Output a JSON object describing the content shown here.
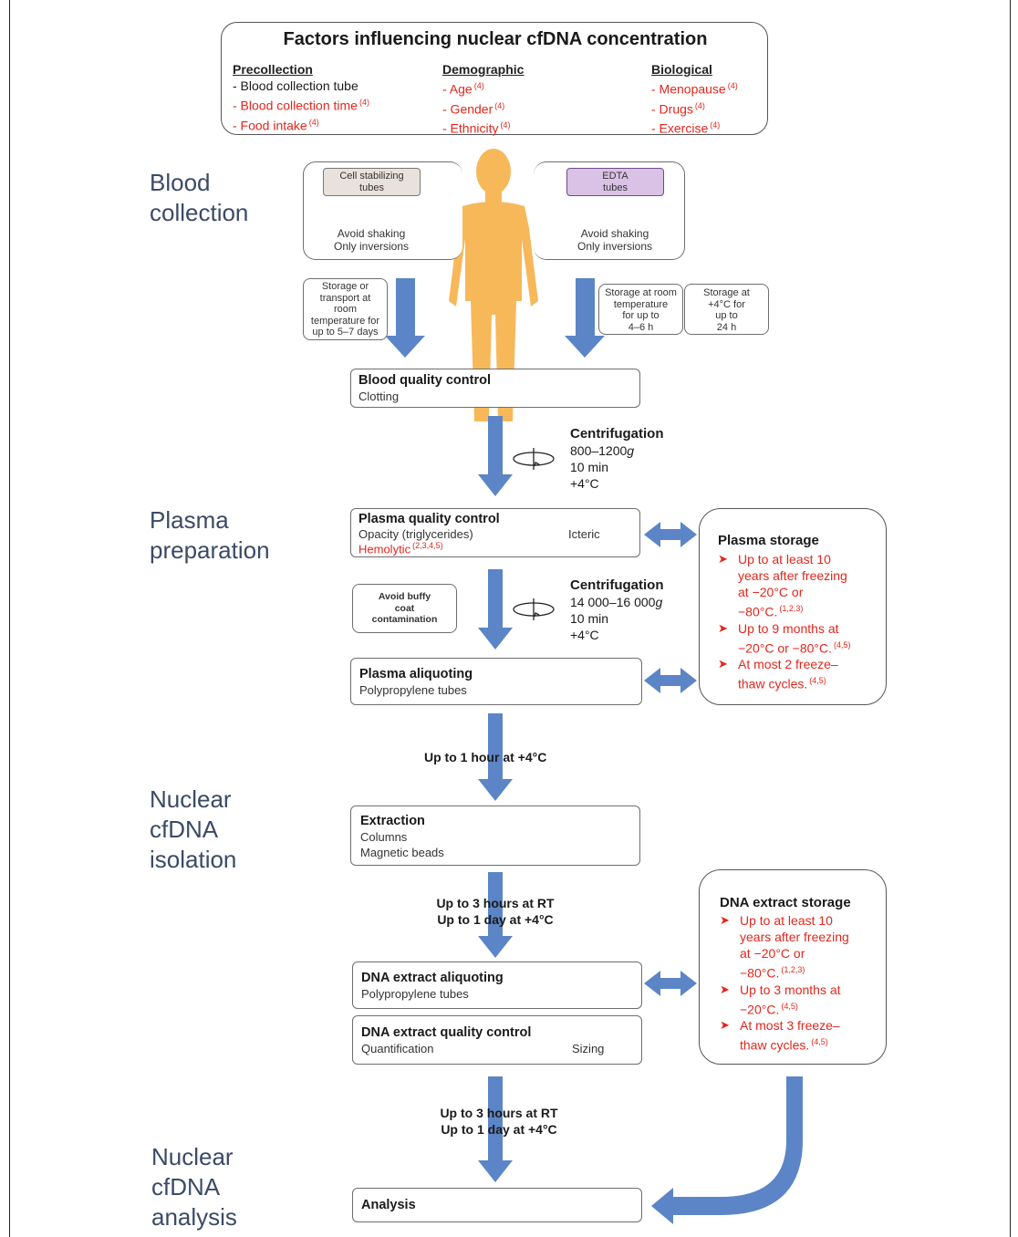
{
  "factors": {
    "title": "Factors influencing nuclear cfDNA concentration",
    "columns": [
      {
        "header": "Precollection",
        "items": [
          {
            "text": "- Blood collection tube",
            "ref": "",
            "red": false
          },
          {
            "text": "- Blood collection time",
            "ref": "(4)",
            "red": true
          },
          {
            "text": "- Food intake",
            "ref": "(4)",
            "red": true
          }
        ]
      },
      {
        "header": "Demographic",
        "items": [
          {
            "text": "- Age",
            "ref": "(4)",
            "red": true
          },
          {
            "text": "- Gender",
            "ref": "(4)",
            "red": true
          },
          {
            "text": "- Ethnicity",
            "ref": "(4)",
            "red": true
          }
        ]
      },
      {
        "header": "Biological",
        "items": [
          {
            "text": "- Menopause",
            "ref": "(4)",
            "red": true
          },
          {
            "text": "- Drugs",
            "ref": "(4)",
            "red": true
          },
          {
            "text": "- Exercise",
            "ref": "(4)",
            "red": true
          }
        ]
      }
    ]
  },
  "sections": {
    "blood_collection": [
      "Blood",
      "collection"
    ],
    "plasma_preparation": [
      "Plasma",
      "preparation"
    ],
    "isolation": [
      "Nuclear",
      "cfDNA",
      "isolation"
    ],
    "analysis": [
      "Nuclear",
      "cfDNA",
      "analysis"
    ]
  },
  "blood": {
    "cell_tube_label": [
      "Cell stabilizing",
      "tubes"
    ],
    "edta_tube_label": [
      "EDTA",
      "tubes"
    ],
    "handling_left": [
      "Avoid shaking",
      "Only inversions"
    ],
    "handling_right": [
      "Avoid shaking",
      "Only inversions"
    ],
    "storage_left": [
      "Storage or",
      "transport at",
      "room",
      "temperature for",
      "up to 5–7 days"
    ],
    "storage_room": [
      "Storage at room",
      "temperature",
      "for up to",
      "4–6 h"
    ],
    "storage_cold": [
      "Storage at",
      "+4°C for",
      "up to",
      "24 h"
    ]
  },
  "blood_qc": {
    "title": "Blood quality control",
    "sub": "Clotting"
  },
  "centrifugation1": {
    "title": "Centrifugation",
    "speed": "800–1200",
    "unit": "g",
    "time": "10 min",
    "temp": "+4°C"
  },
  "plasma_qc": {
    "title": "Plasma quality control",
    "opacity": "Opacity (triglycerides)",
    "icteric": "Icteric",
    "hemolytic": "Hemolytic",
    "hemolytic_ref": "(2,3,4,5)"
  },
  "buffy": [
    "Avoid buffy",
    "coat",
    "contamination"
  ],
  "centrifugation2": {
    "title": "Centrifugation",
    "speed": "14 000–16 000",
    "unit": "g",
    "time": "10 min",
    "temp": "+4°C"
  },
  "plasma_aliquot": {
    "title": "Plasma aliquoting",
    "sub": "Polypropylene tubes"
  },
  "plasma_storage": {
    "title": "Plasma storage",
    "items": [
      {
        "lines": [
          "Up to at least 10",
          "years after freezing",
          "at −20°C or",
          "−80°C."
        ],
        "ref": "(1,2,3)"
      },
      {
        "lines": [
          "Up to 9 months at",
          "−20°C or −80°C."
        ],
        "ref": "(4,5)"
      },
      {
        "lines": [
          "At most 2 freeze–",
          "thaw cycles."
        ],
        "ref": "(4,5)"
      }
    ]
  },
  "wait1": "Up to 1 hour at +4°C",
  "extraction": {
    "title": "Extraction",
    "sub1": "Columns",
    "sub2": "Magnetic beads"
  },
  "wait2": [
    "Up to 3 hours at RT",
    "Up to 1 day at +4°C"
  ],
  "dna_aliquot": {
    "title": "DNA extract aliquoting",
    "sub": "Polypropylene tubes"
  },
  "dna_qc": {
    "title": "DNA extract quality control",
    "sub": "Quantification",
    "sizing": "Sizing"
  },
  "dna_storage": {
    "title": "DNA extract storage",
    "items": [
      {
        "lines": [
          "Up to at least 10",
          "years after freezing",
          "at −20°C or",
          "−80°C."
        ],
        "ref": "(1,2,3)"
      },
      {
        "lines": [
          "Up to 3 months at",
          "−20°C."
        ],
        "ref": "(4,5)"
      },
      {
        "lines": [
          "At most 3 freeze–",
          "thaw cycles."
        ],
        "ref": "(4,5)"
      }
    ]
  },
  "wait3": [
    "Up to 3 hours at RT",
    "Up to 1 day at +4°C"
  ],
  "analysis_box": "Analysis",
  "colors": {
    "arrow": "#5b85c7",
    "body": "#f7b85a",
    "red": "#e3261c",
    "edta": "#d9c2e6",
    "cell": "#e9e2dc",
    "tube": "#f2ea4a"
  }
}
